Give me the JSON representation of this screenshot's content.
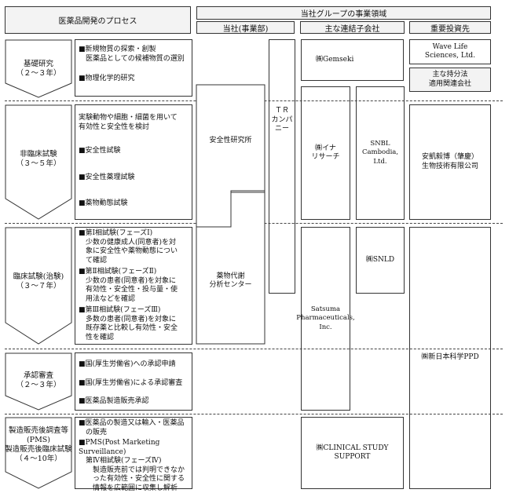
{
  "headers": {
    "process": "医薬品開発のプロセス",
    "group_domain": "当社グループの事業領域",
    "company": "当社(事業部)",
    "subsidiaries": "主な連結子会社",
    "investments": "重要投資先"
  },
  "stages": [
    {
      "label": "基礎研究\n（２～３年）"
    },
    {
      "label": "非臨床試験\n（３～５年）"
    },
    {
      "label": "臨床試験(治験)\n（３～７年）"
    },
    {
      "label": "承認審査\n（２～３年）"
    },
    {
      "label": "製造販売後調査等\n(PMS)\n製造販売後臨床試験\n（４～10年）"
    }
  ],
  "descriptions": {
    "basic": [
      "■新規物質の探索・創製\n　医薬品としての候補物質の選別",
      "■物理化学的研究"
    ],
    "nonclinical": [
      "実験動物や細胞・細菌を用いて\n有効性と安全性を検討",
      "■安全性試験",
      "■安全性薬理試験",
      "■薬物動態試験"
    ],
    "clinical": [
      "■第Ⅰ相試験(フェーズⅠ)\n　少数の健康成人(同意者)を対\n　象に安全性や薬物動態につい\n　て確認",
      "■第Ⅱ相試験(フェーズⅡ)\n　少数の患者(同意者)を対象に\n　有効性・安全性・投与量・使\n　用法などを確認",
      "■第Ⅲ相試験(フェーズⅢ)\n　多数の患者(同意者)を対象に\n　既存薬と比較し有効性・安全\n　性を確認"
    ],
    "approval": [
      "■国(厚生労働省)への承認申請",
      "■国(厚生労働省)による承認審査",
      "■医薬品製造販売承認"
    ],
    "pms": [
      "■医薬品の製造又は輸入・医薬品\n　の販売",
      "■PMS(Post Marketing Surveillance)\n　第Ⅳ相試験(フェーズⅣ)\n　　製造販売前では判明できなか\n　　った有効性・安全性に関する\n　　情報を広範囲に収集し解析"
    ]
  },
  "company_units": {
    "safety_lab": "安全性研究所",
    "pk_center": "薬物代謝\n分析センター",
    "tr_company": "ＴＲ\nカンパ\nニー"
  },
  "subsidiaries": {
    "gemseki": "㈱Gemseki",
    "ina": "㈱イナ\nリサーチ",
    "snbl_cambodia": "SNBL Cambodia,\nLtd.",
    "snld": "㈱SNLD",
    "satsuma": "Satsuma\nPharmaceuticals,\nInc.",
    "clinical_study": "㈱CLINICAL STUDY\nSUPPORT"
  },
  "investments": {
    "wave_life": "Wave Life\nSciences, Ltd.",
    "equity_method": "主な持分法\n適用関連会社",
    "anshi": "安凱毅博（肇慶）\n生物技術有限公司",
    "shin_nihon": "㈱新日本科学PPD"
  }
}
